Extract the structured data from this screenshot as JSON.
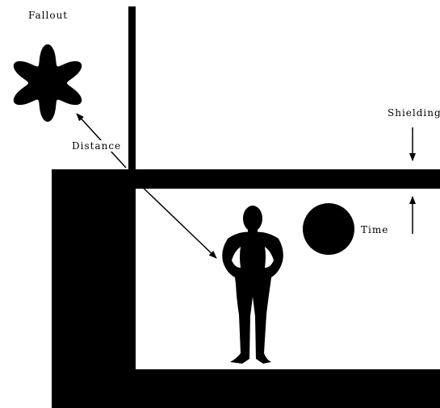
{
  "labels": {
    "fallout": "Fallout",
    "distance": "Distance",
    "shielding": "Shielding",
    "time": "Time"
  },
  "colors": {
    "ink": "#000000",
    "background": "#ffffff"
  },
  "icons": {
    "fallout": "six-lobed-flower-icon",
    "person": "human-silhouette-icon",
    "clock": "filled-circle-icon"
  }
}
